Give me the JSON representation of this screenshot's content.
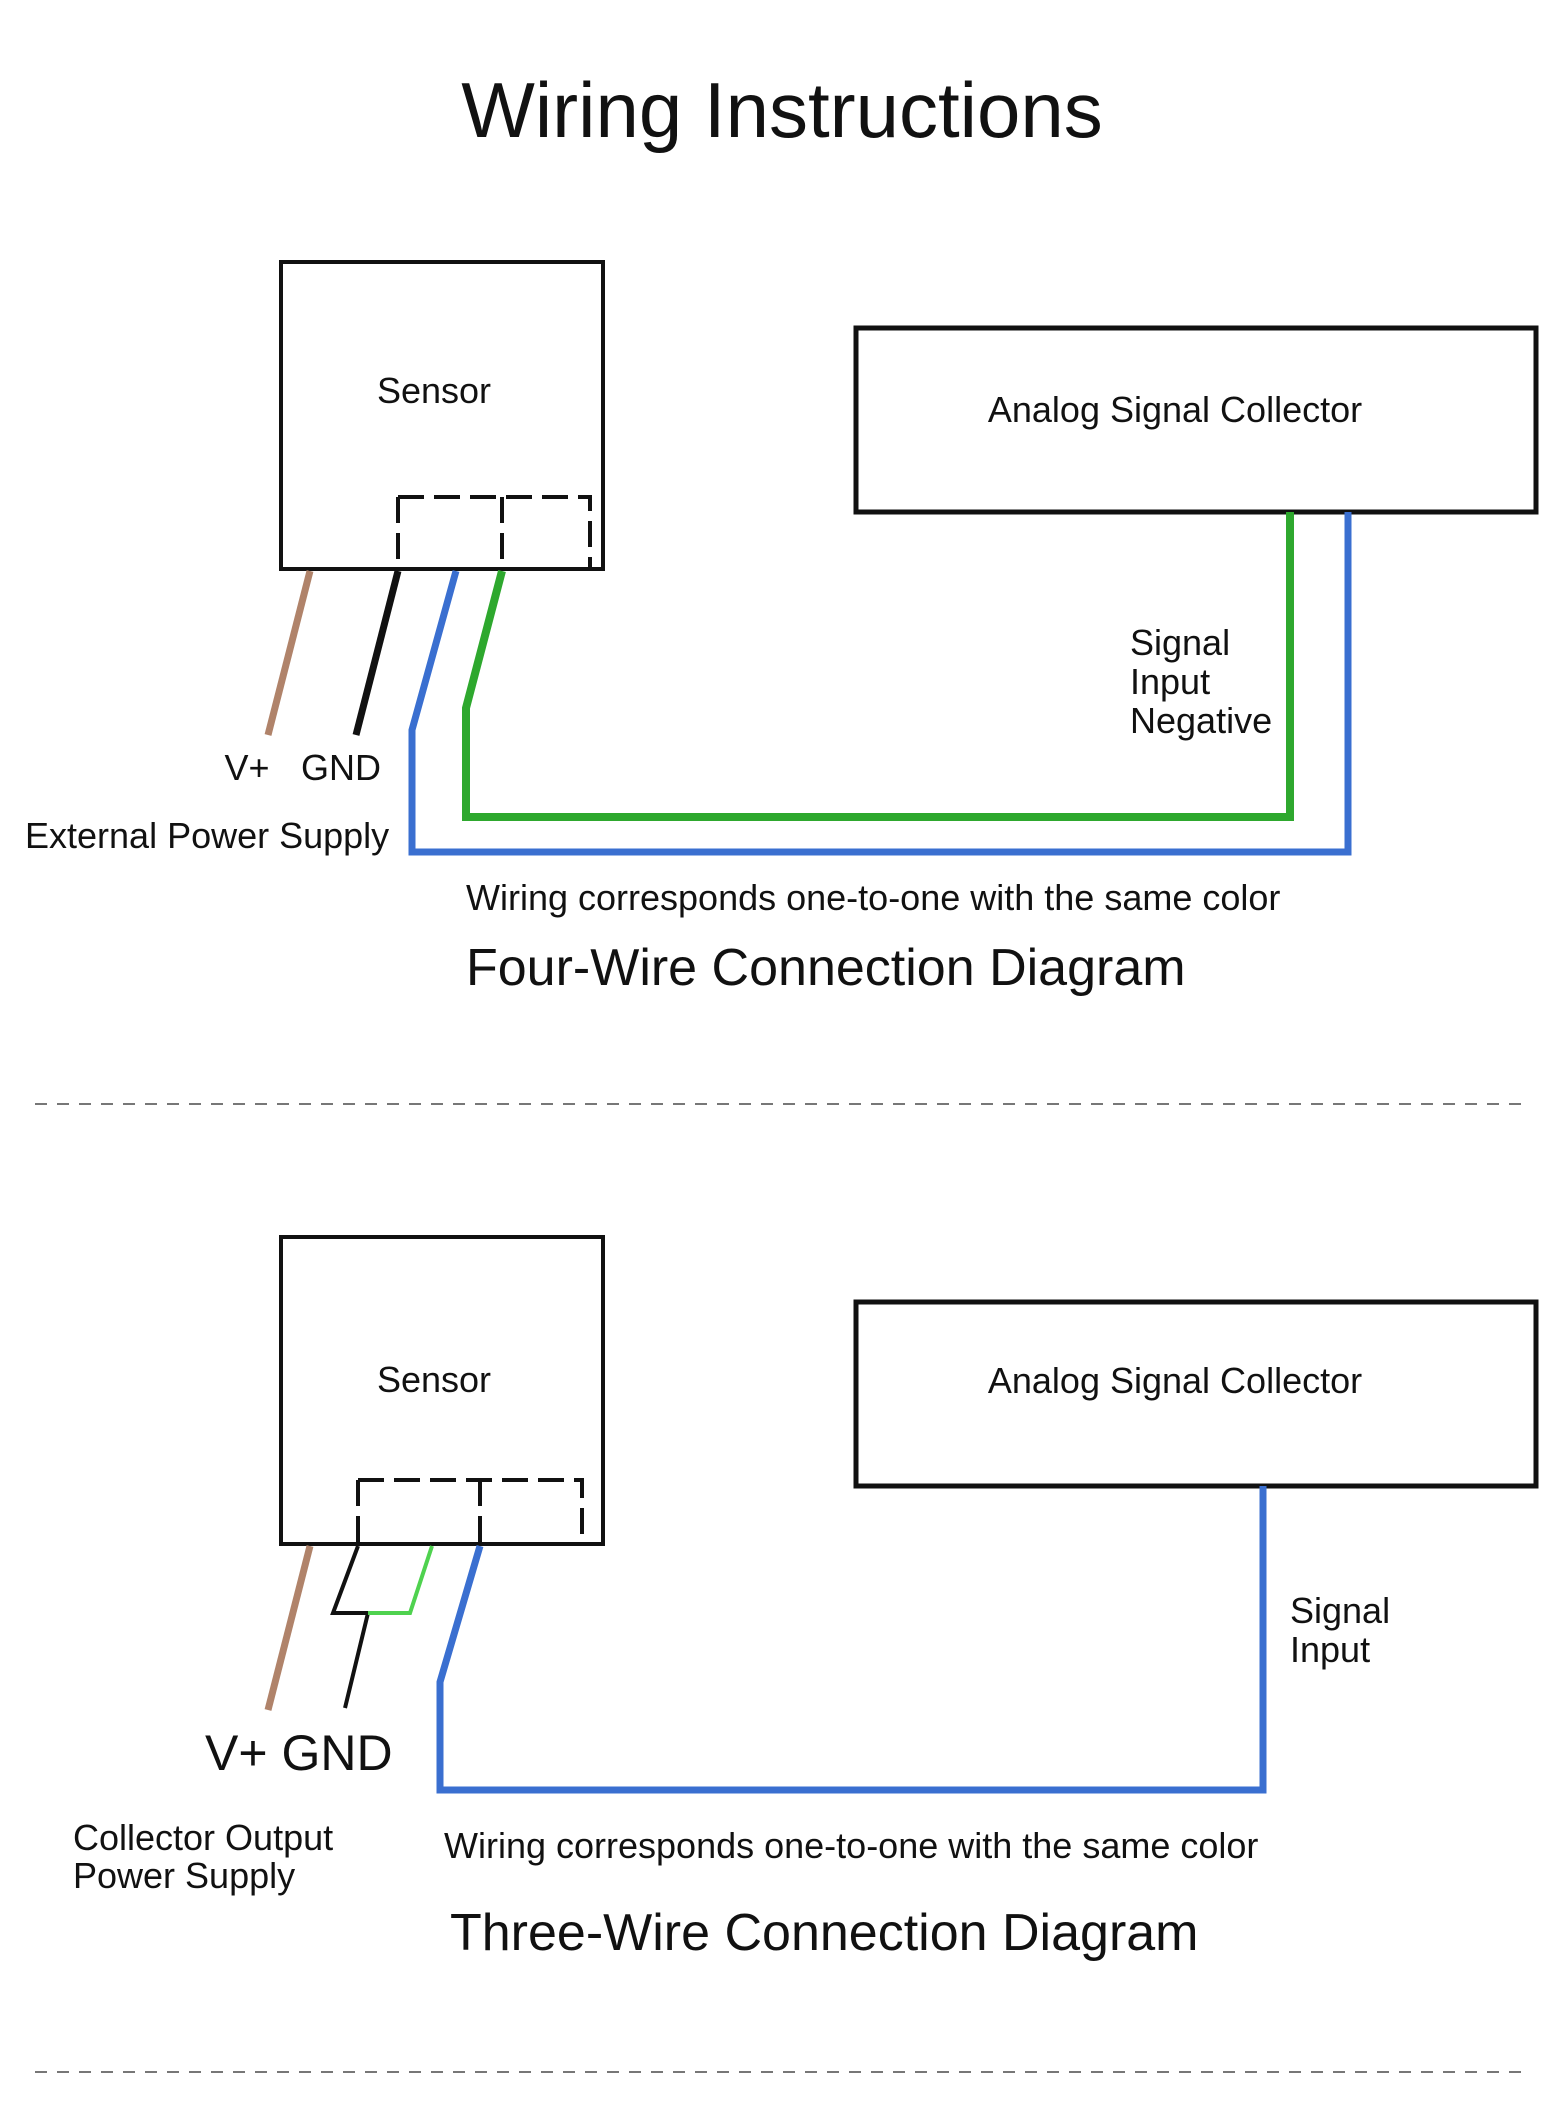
{
  "page_title": "Wiring Instructions",
  "colors": {
    "brown": "#b0836a",
    "black": "#111111",
    "blue": "#3a6fd0",
    "green": "#2ea82e",
    "light_green": "#4fd24f",
    "box_stroke": "#111111"
  },
  "four_wire": {
    "sensor_label": "Sensor",
    "collector_label": "Analog Signal Collector",
    "vplus_label": "V+",
    "gnd_label": "GND",
    "power_label": "External Power Supply",
    "signal_label": [
      "Signal",
      "Input",
      "Negative"
    ],
    "note": "Wiring corresponds one-to-one with the same color",
    "caption": "Four-Wire Connection Diagram"
  },
  "three_wire": {
    "sensor_label": "Sensor",
    "collector_label": "Analog Signal Collector",
    "vplus_gnd_label": "V+ GND",
    "power_label": [
      "Collector Output",
      "Power Supply"
    ],
    "signal_label": [
      "Signal",
      "Input"
    ],
    "note": "Wiring corresponds one-to-one with the same color",
    "caption": "Three-Wire Connection Diagram"
  }
}
